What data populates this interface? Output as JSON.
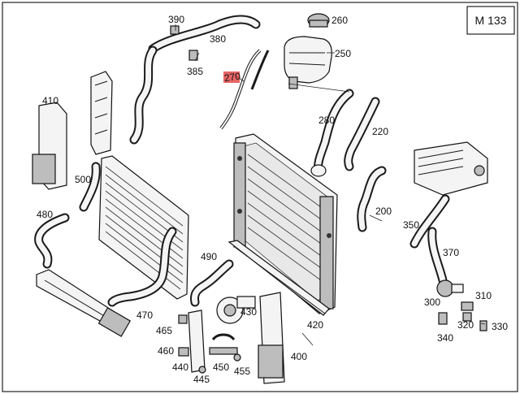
{
  "diagram": {
    "model_tag": "M 133",
    "highlight_color": "#e04040",
    "highlighted_part": "270",
    "parts": {
      "p390": "390",
      "p380": "380",
      "p385": "385",
      "p270": "270",
      "p260": "260",
      "p250": "250",
      "p410": "410",
      "p280": "280",
      "p220": "220",
      "p500": "500",
      "p480": "480",
      "p200": "200",
      "p350": "350",
      "p370": "370",
      "p490": "490",
      "p470": "470",
      "p430": "430",
      "p465": "465",
      "p420": "420",
      "p310": "310",
      "p300": "300",
      "p320": "320",
      "p330": "330",
      "p340": "340",
      "p460": "460",
      "p450": "450",
      "p440": "440",
      "p455": "455",
      "p445": "445",
      "p400": "400"
    }
  }
}
